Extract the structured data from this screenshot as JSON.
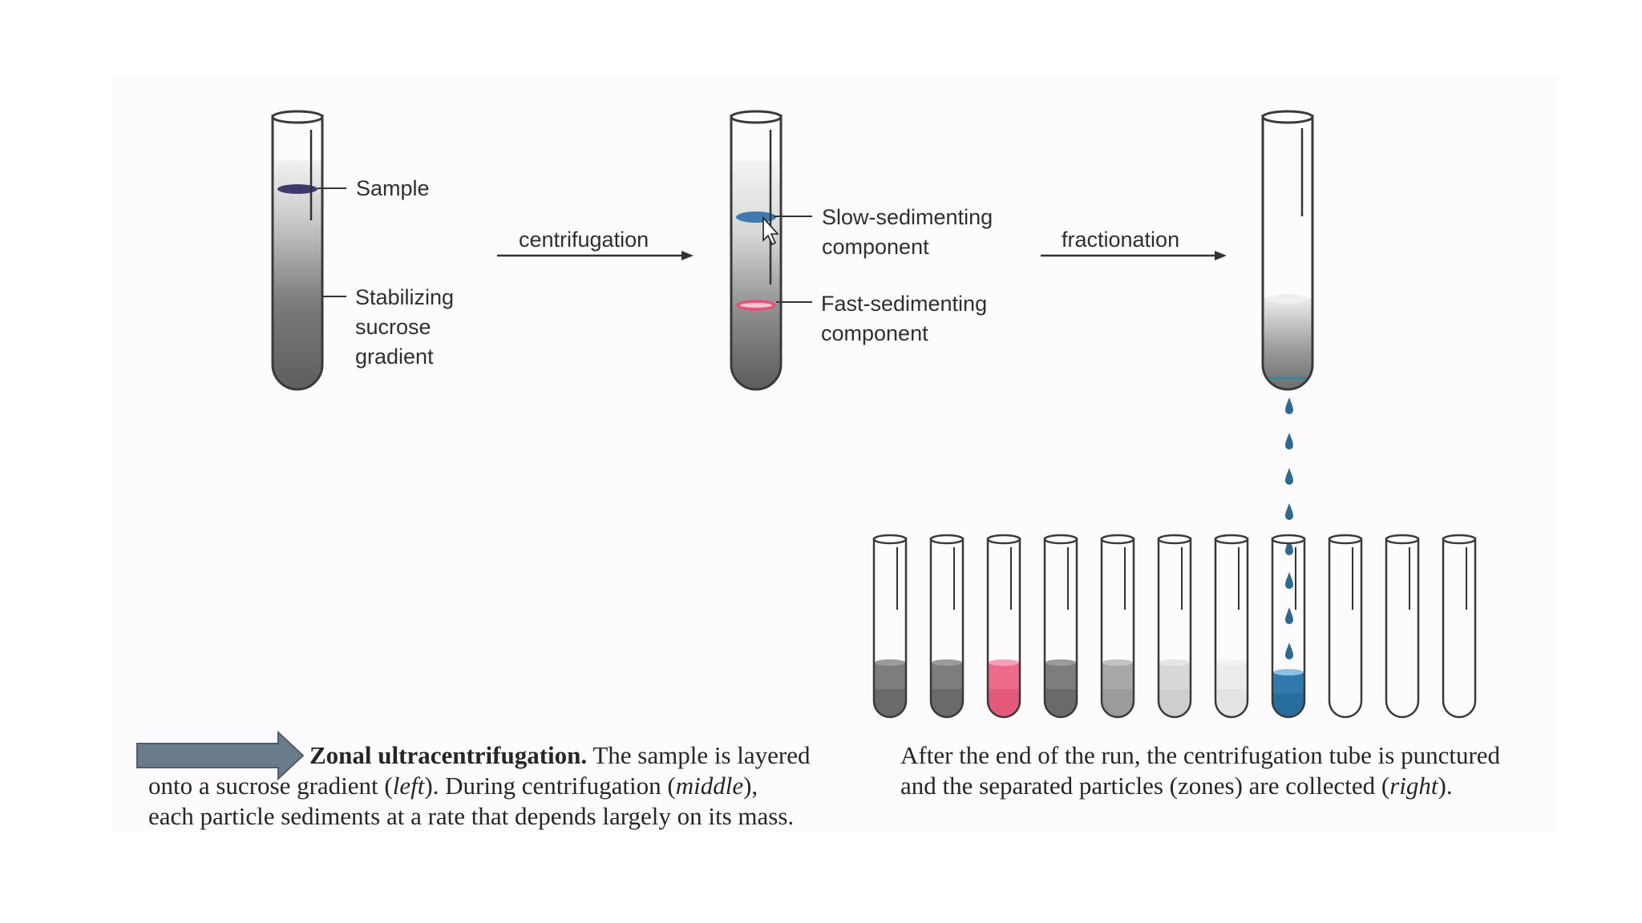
{
  "labels": {
    "sample": "Sample",
    "gradient": [
      "Stabilizing",
      "sucrose",
      "gradient"
    ],
    "centrifugation": "centrifugation",
    "slow": [
      "Slow-sedimenting",
      "component"
    ],
    "fast": [
      "Fast-sedimenting",
      "component"
    ],
    "fractionation": "fractionation"
  },
  "caption_left": {
    "title": "Zonal ultracentrifugation.",
    "t1": " The sample is layered",
    "t2": "onto a sucrose gradient (",
    "t2_em": "left",
    "t3": "). During centrifugation (",
    "t3_em": "middle",
    "t4": "),",
    "t5": "each particle sediments at a rate that depends largely on its mass."
  },
  "caption_right": {
    "t1": "After the end of the run, the centrifugation tube is punctured",
    "t2": "and the separated particles (zones) are collected (",
    "t2_em": "right",
    "t3": ")."
  },
  "colors": {
    "background": "#fdfbfd",
    "tube_outline": "#3a3a3a",
    "sample_band": "#3e3a6e",
    "slow_band": "#3f7ab0",
    "fast_band": "#e0557a",
    "drop": "#2f6a8e",
    "arrow_block": "#6a7b8c"
  },
  "fractions": [
    "dark",
    "dark",
    "pink",
    "dark",
    "medium",
    "light",
    "lighter",
    "blue",
    "empty",
    "empty",
    "empty"
  ]
}
